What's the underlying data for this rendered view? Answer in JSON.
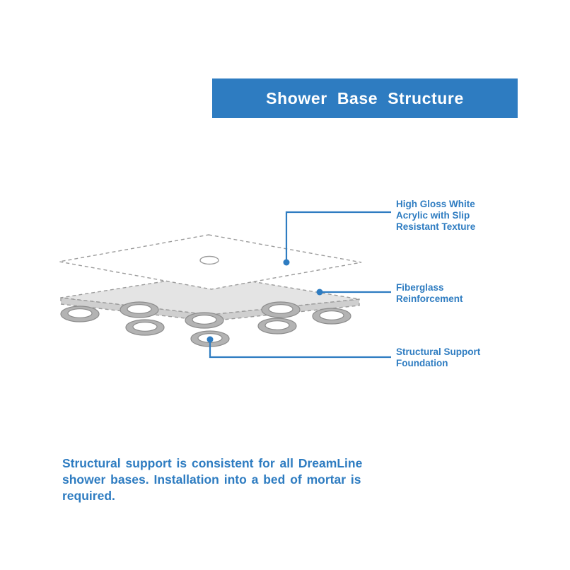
{
  "banner": {
    "title": "Shower Base Structure"
  },
  "callouts": {
    "acrylic": {
      "label": "High Gloss White Acrylic with Slip Resistant Texture"
    },
    "fiberglass": {
      "label": "Fiberglass Reinforcement"
    },
    "foundation": {
      "label": "Structural Support Foundation"
    }
  },
  "footer": {
    "text": "Structural support is consistent for all DreamLine shower bases. Installation into a bed of mortar is required."
  },
  "colors": {
    "accent": "#2e7cc1",
    "diagram_line_gray": "#9b9b9b",
    "ring_gray": "#b3b3b3"
  }
}
